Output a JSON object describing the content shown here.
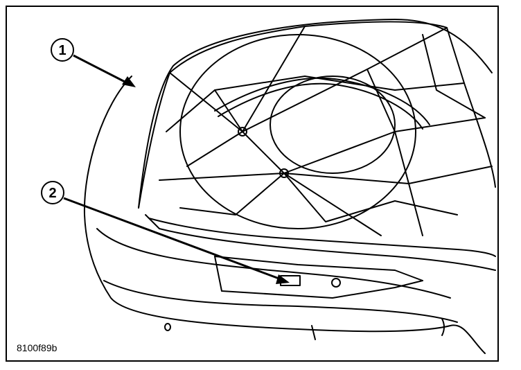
{
  "figure": {
    "id_label": "8100f89b"
  },
  "callouts": [
    {
      "number": "1",
      "target": "trunk-lid-panel"
    },
    {
      "number": "2",
      "target": "lamp-connector"
    }
  ],
  "colors": {
    "ink": "#000000",
    "paper": "#ffffff",
    "fill": "#f2f2f2"
  }
}
